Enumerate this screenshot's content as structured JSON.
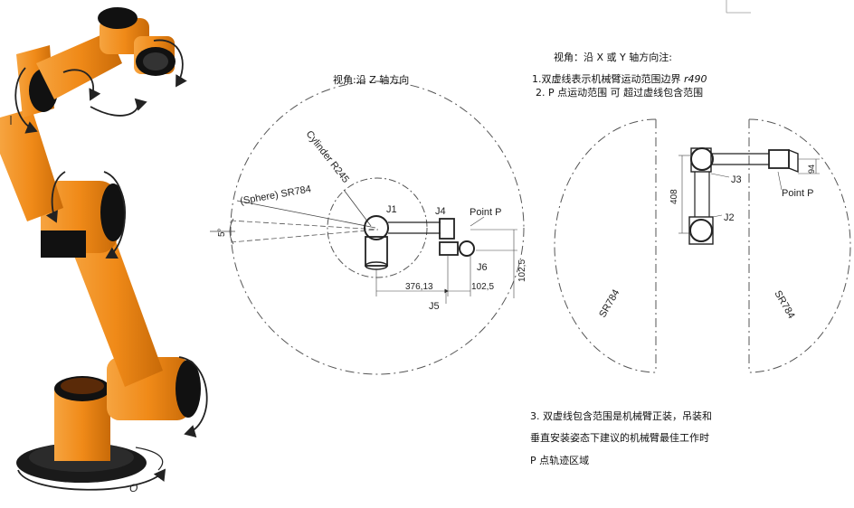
{
  "top_view": {
    "title": "视角:沿 Z 轴方向",
    "cylinder_label": "Cylinder R245",
    "sphere_label": "(Sphere) SR784",
    "angle_label": "5°",
    "j1": "J1",
    "j4": "J4",
    "j5": "J5",
    "j6": "J6",
    "point_p": "Point P",
    "dim_376": "376,13",
    "dim_102_h": "102,5",
    "dim_102_v": "102,5"
  },
  "side_view": {
    "title": "视角：沿 X 或 Y 轴方向注:",
    "note1_prefix": "1.",
    "note1_text": "双虚线表示机械臂运动范围边界",
    "note1_suffix": "r490",
    "note2_num": "2.",
    "note2_text": "P 点运动范围 可 超过虚线包含范围",
    "j2": "J2",
    "j3": "J3",
    "point_p": "Point P",
    "dim_408": "408",
    "dim_94": "94",
    "sr_left": "SR784",
    "sr_right": "SR784"
  },
  "note3": {
    "num": "3.",
    "line1": "双虚线包含范围是机械臂正装，吊装和",
    "line2": "垂直安装姿态下建议的机械臂最佳工作时",
    "line3": "P 点轨迹区域"
  },
  "robot_photo": {
    "axis_label": "O",
    "colors": {
      "orange": "#f08a18",
      "black": "#141414",
      "arrow": "#222222"
    }
  }
}
